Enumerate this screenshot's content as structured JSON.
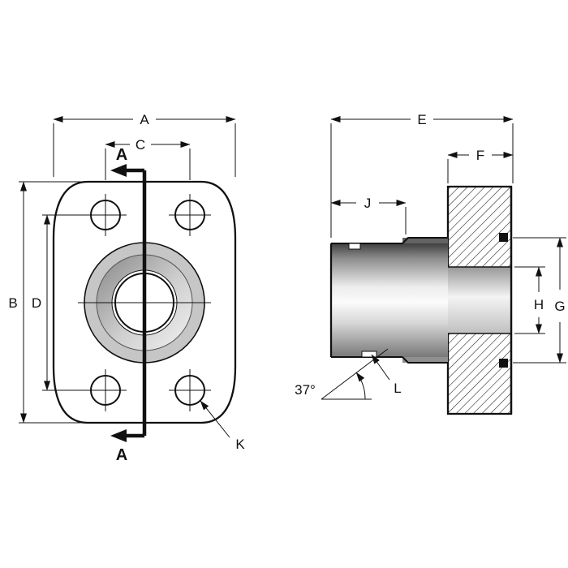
{
  "colors": {
    "ink": "#111111",
    "paper": "#ffffff"
  },
  "front_view": {
    "section_label_top": "A",
    "section_label_bottom": "A",
    "dim_a": "A",
    "dim_b": "B",
    "dim_c": "C",
    "dim_d": "D",
    "dim_k": "K"
  },
  "section_view": {
    "dim_e": "E",
    "dim_f": "F",
    "dim_g": "G",
    "dim_h": "H",
    "dim_j": "J",
    "dim_l": "L",
    "angle": "37°"
  }
}
